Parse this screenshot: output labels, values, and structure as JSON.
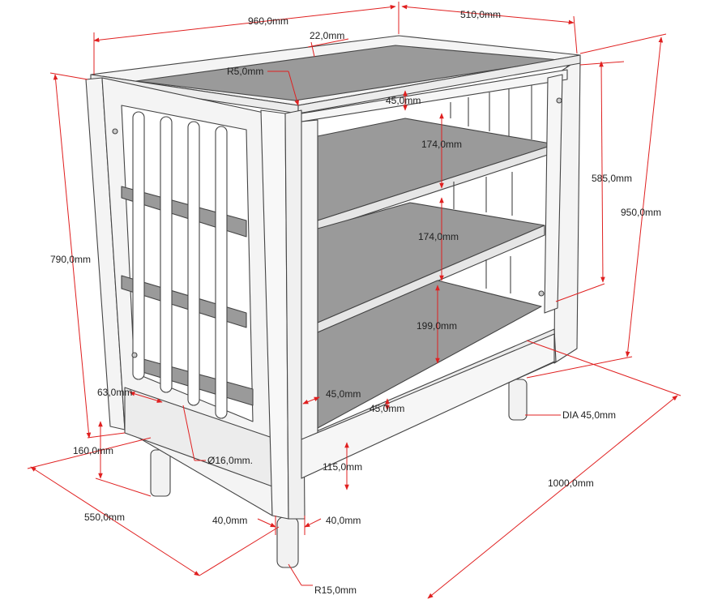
{
  "colors": {
    "dimension": "#e02020",
    "outline": "#444444",
    "wood": "#f4f4f4",
    "shelf_surface": "#9a9a9a",
    "shelf_edge": "#e6e6e6",
    "text": "#222222"
  },
  "dimensions": {
    "overall_width": "960,0mm",
    "overall_depth": "510,0mm",
    "top_rim": "22,0mm",
    "corner_radius": "R5,0mm",
    "rim_gap": "45,0mm",
    "shelf_gap_1": "174,0mm",
    "shelf_gap_2": "174,0mm",
    "shelf_gap_3": "199,0mm",
    "inner_height": "585,0mm",
    "total_height": "950,0mm",
    "side_height": "790,0mm",
    "slat_offset": "63,0mm",
    "bottom_post": "45,0mm",
    "bottom_rail": "45,0mm",
    "foot_height": "160,0mm",
    "slat_diameter": "Ø16,0mm.",
    "base_clearance": "115,0mm",
    "leg_diameter": "DIA 45,0mm",
    "leg_span": "1000,0mm",
    "side_depth": "550,0mm",
    "post_left": "40,0mm",
    "post_right": "40,0mm",
    "leg_radius": "R15,0mm"
  }
}
